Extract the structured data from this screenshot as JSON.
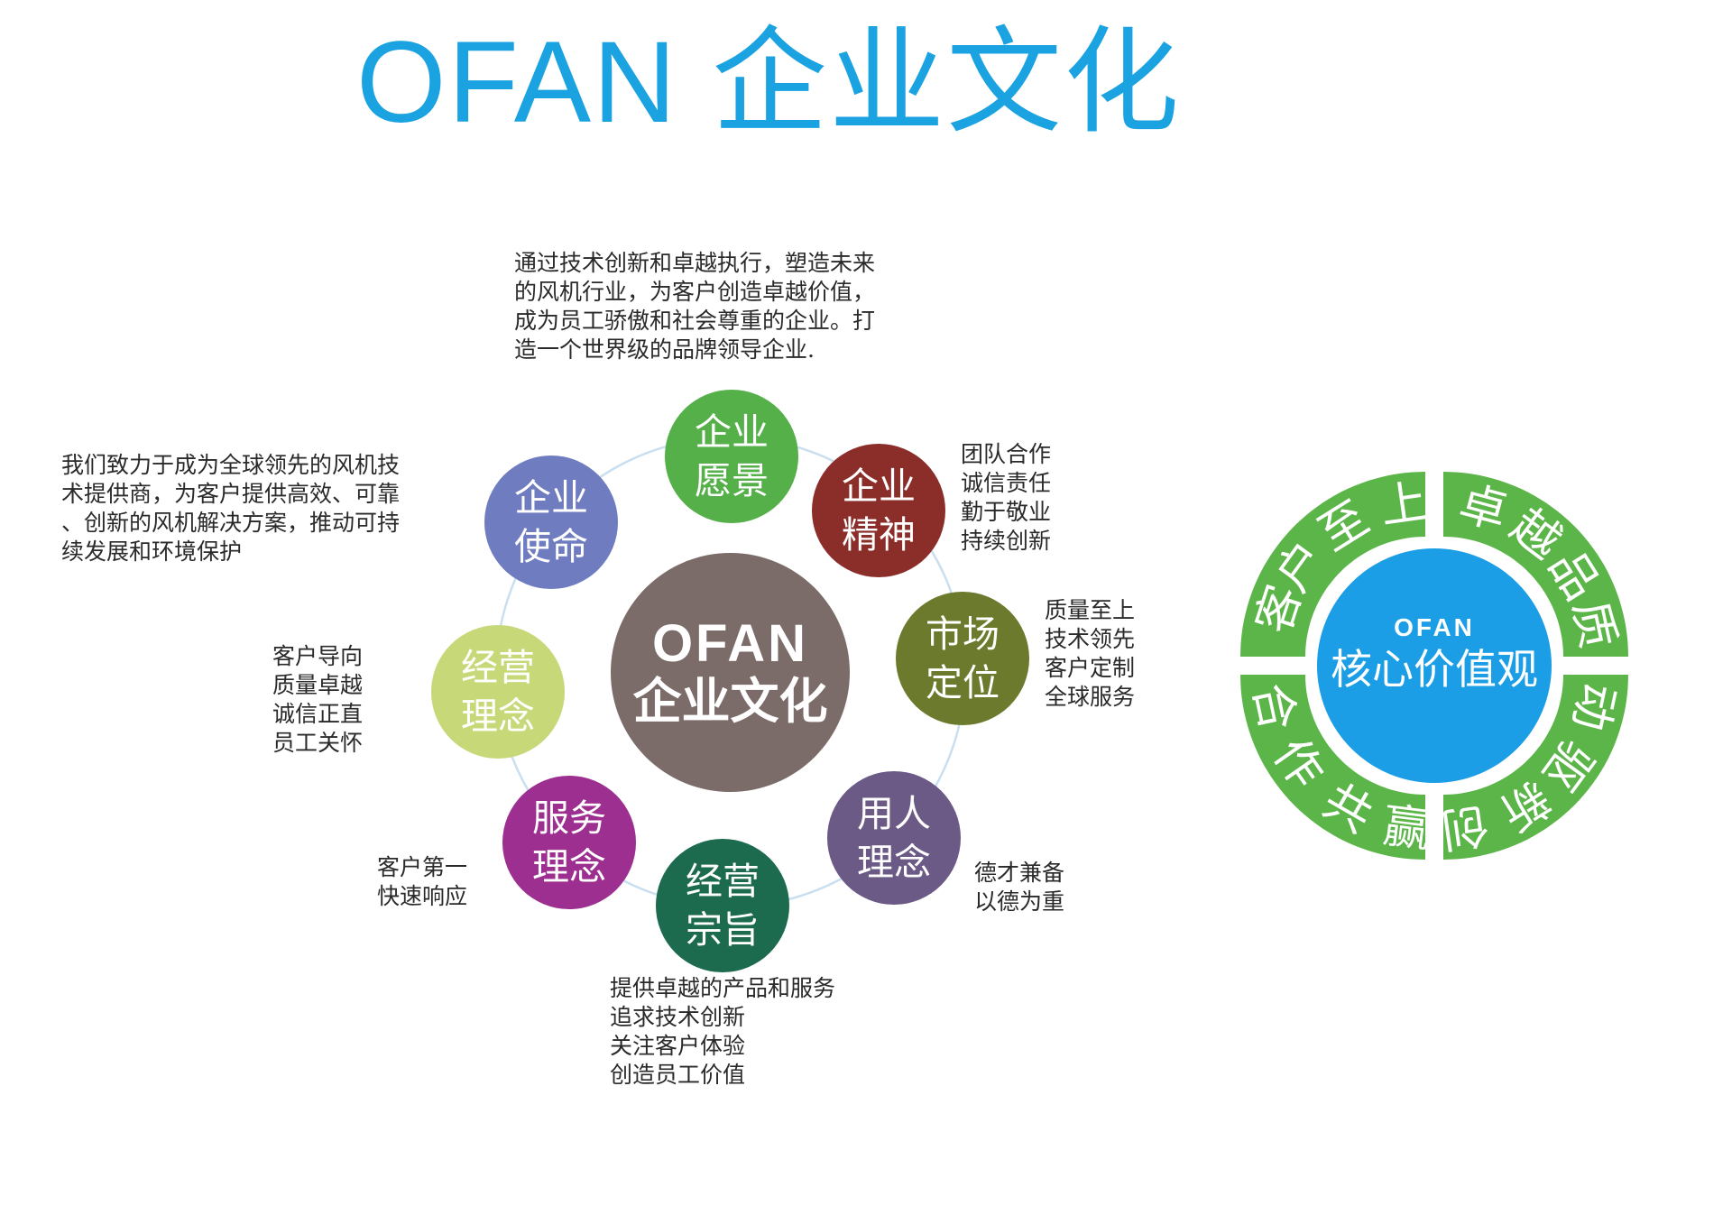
{
  "title": "OFAN 企业文化",
  "center": {
    "en": "OFAN",
    "zh": "企业文化"
  },
  "nodes": [
    {
      "key": "vision",
      "label": "企业\n愿景",
      "color": "#55b04a"
    },
    {
      "key": "spirit",
      "label": "企业\n精神",
      "color": "#8b2e2a"
    },
    {
      "key": "market",
      "label": "市场\n定位",
      "color": "#6b7a2c"
    },
    {
      "key": "people",
      "label": "用人\n理念",
      "color": "#6c5a86"
    },
    {
      "key": "purpose",
      "label": "经营\n宗旨",
      "color": "#1c6b4e"
    },
    {
      "key": "service",
      "label": "服务\n理念",
      "color": "#9c2f90"
    },
    {
      "key": "concept",
      "label": "经营\n理念",
      "color": "#c7d878"
    },
    {
      "key": "mission",
      "label": "企业\n使命",
      "color": "#6f7dc0"
    }
  ],
  "descriptions": {
    "vision": "通过技术创新和卓越执行，塑造未来\n的风机行业，为客户创造卓越价值，\n成为员工骄傲和社会尊重的企业。打\n造一个世界级的品牌领导企业.",
    "mission": "我们致力于成为全球领先的风机技\n术提供商，为客户提供高效、可靠\n、创新的风机解决方案，推动可持\n续发展和环境保护",
    "spirit": "团队合作\n诚信责任\n勤于敬业\n持续创新",
    "market": "质量至上\n技术领先\n客户定制\n全球服务",
    "concept": "客户导向\n质量卓越\n诚信正直\n员工关怀",
    "people": "德才兼备\n以德为重",
    "service": "客户第一\n快速响应",
    "purpose": "提供卓越的产品和服务\n追求技术创新\n关注客户体验\n创造员工价值"
  },
  "core_values": {
    "brand": "OFAN",
    "title": "核心价值观",
    "segments": [
      "客户至上",
      "卓越品质",
      "动驱新创",
      "合作共赢"
    ],
    "ring_color": "#5cb548",
    "inner_color": "#1b9ee6"
  }
}
